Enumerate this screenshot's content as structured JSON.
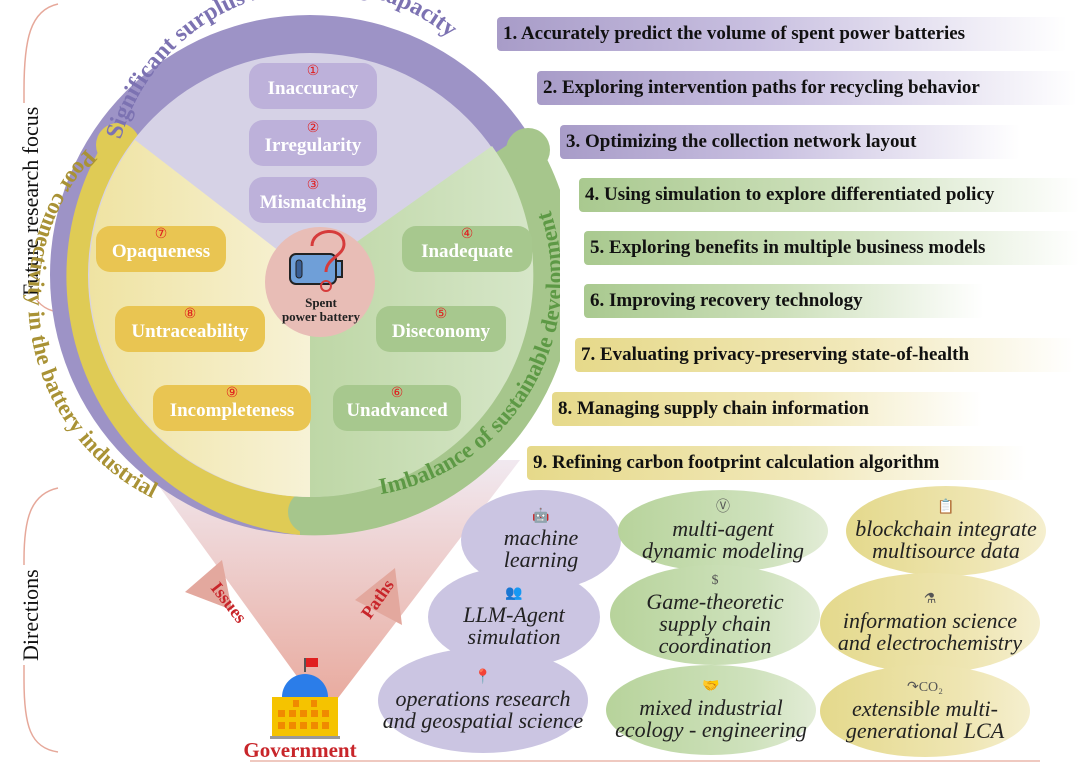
{
  "side_labels": {
    "future_research_focus": "Future research focus",
    "directions": "Directions"
  },
  "circle": {
    "center_label_line1": "Spent",
    "center_label_line2": "power battery",
    "arcs": {
      "top": "Significant surplus in recycling capacity",
      "left": "Poor connectivity in the battery industrial",
      "right": "Imbalance of sustainable development"
    },
    "issues": [
      {
        "num": "①",
        "label": "Inaccuracy",
        "group": "purple"
      },
      {
        "num": "②",
        "label": "Irregularity",
        "group": "purple"
      },
      {
        "num": "③",
        "label": "Mismatching",
        "group": "purple"
      },
      {
        "num": "④",
        "label": "Inadequate",
        "group": "green"
      },
      {
        "num": "⑤",
        "label": "Diseconomy",
        "group": "green"
      },
      {
        "num": "⑥",
        "label": "Unadvanced",
        "group": "green"
      },
      {
        "num": "⑦",
        "label": "Opaqueness",
        "group": "yellow"
      },
      {
        "num": "⑧",
        "label": "Untraceability",
        "group": "yellow"
      },
      {
        "num": "⑨",
        "label": "Incompleteness",
        "group": "yellow"
      }
    ]
  },
  "funnel": {
    "issues_label": "Issues",
    "paths_label": "Paths",
    "government_label": "Government"
  },
  "research_focus": [
    {
      "label": "1. Accurately predict the volume of spent power batteries",
      "group": "purple"
    },
    {
      "label": "2. Exploring intervention paths for recycling behavior",
      "group": "purple"
    },
    {
      "label": "3. Optimizing the collection network layout",
      "group": "purple"
    },
    {
      "label": "4. Using simulation to explore differentiated policy",
      "group": "green"
    },
    {
      "label": "5. Exploring benefits in multiple business models",
      "group": "green"
    },
    {
      "label": "6. Improving recovery technology",
      "group": "green"
    },
    {
      "label": "7. Evaluating privacy-preserving state-of-health",
      "group": "yellow"
    },
    {
      "label": "8. Managing supply chain information",
      "group": "yellow"
    },
    {
      "label": "9. Refining carbon footprint calculation algorithm",
      "group": "yellow"
    }
  ],
  "directions": [
    {
      "icon": "robot-icon",
      "glyph": "🤖",
      "line1": "machine",
      "line2": "learning",
      "line3": "",
      "group": "purple"
    },
    {
      "icon": "group-icon",
      "glyph": "👥",
      "line1": "LLM-Agent",
      "line2": "simulation",
      "line3": "",
      "group": "purple"
    },
    {
      "icon": "map-pin-icon",
      "glyph": "📍",
      "line1": "operations research",
      "line2": "and geospatial science",
      "line3": "",
      "group": "purple"
    },
    {
      "icon": "versus-icon",
      "glyph": "Ⓥ",
      "line1": "multi-agent",
      "line2": "dynamic modeling",
      "line3": "",
      "group": "green"
    },
    {
      "icon": "money-plant-icon",
      "glyph": "$",
      "line1": "Game-theoretic",
      "line2": "supply chain",
      "line3": "coordination",
      "group": "green"
    },
    {
      "icon": "handshake-icon",
      "glyph": "🤝",
      "line1": "mixed industrial",
      "line2": "ecology - engineering",
      "line3": "",
      "group": "green"
    },
    {
      "icon": "ledger-icon",
      "glyph": "📋",
      "line1": "blockchain integrate",
      "line2": "multisource data",
      "line3": "",
      "group": "yellow"
    },
    {
      "icon": "factory-icon",
      "glyph": "⚗",
      "line1": "information science",
      "line2": "and electrochemistry",
      "line3": "",
      "group": "yellow"
    },
    {
      "icon": "co2-icon",
      "glyph": "↷CO₂",
      "line1": "extensible multi-",
      "line2": "generational LCA",
      "line3": "",
      "group": "yellow"
    }
  ],
  "colors": {
    "purple": "#9d93c6",
    "green": "#8fb978",
    "yellow": "#dfcb55",
    "red_text": "#c8252a",
    "bracket": "#e6a89a"
  }
}
